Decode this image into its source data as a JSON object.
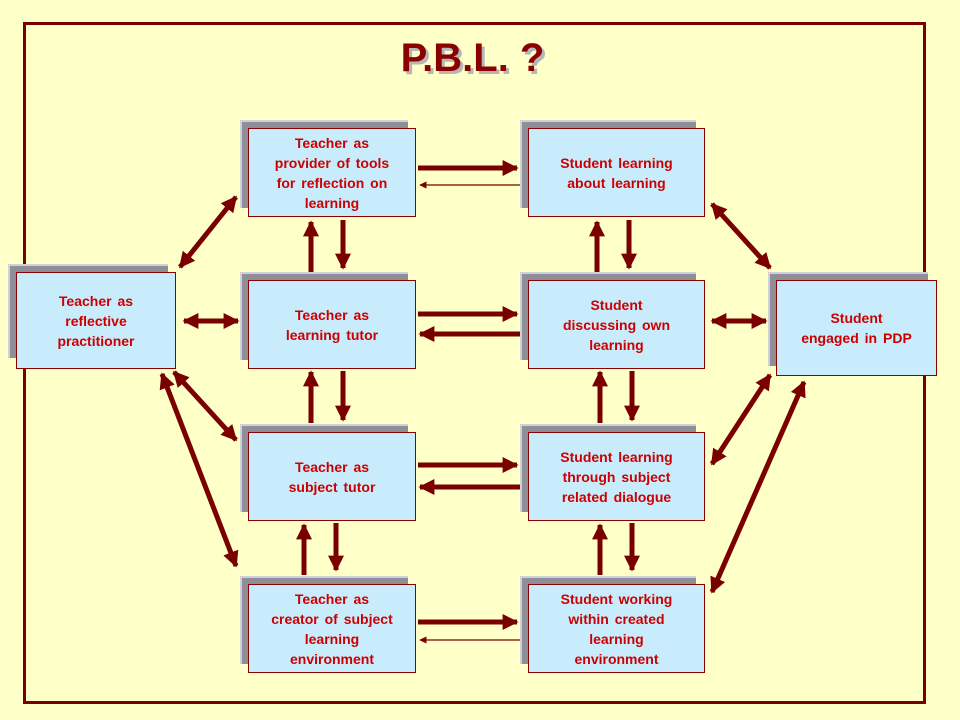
{
  "title": "P.B.L. ?",
  "nodes": {
    "teacher_reflective_practitioner": "Teacher as\nreflective\npractitioner",
    "teacher_tools_reflection": "Teacher as\nprovider of tools\nfor reflection on\nlearning",
    "teacher_learning_tutor": "Teacher as\nlearning tutor",
    "teacher_subject_tutor": "Teacher as\nsubject tutor",
    "teacher_creator_environment": "Teacher as\ncreator of subject\nlearning\nenvironment",
    "student_learning_about_learning": "Student learning\nabout learning",
    "student_discussing_own_learning": "Student\ndiscussing own\nlearning",
    "student_subject_dialogue": "Student learning\nthrough subject\nrelated dialogue",
    "student_working_environment": "Student working\nwithin created\nlearning\nenvironment",
    "student_engaged_pdp": "Student\nengaged in PDP"
  },
  "colors": {
    "background": "#ffffc8",
    "frame": "#7a0000",
    "title": "#8b0000",
    "box_fill": "#c8ecfc",
    "box_text": "#cc0000",
    "box_shadow": "#8f8f98",
    "arrow": "#7a0000"
  }
}
